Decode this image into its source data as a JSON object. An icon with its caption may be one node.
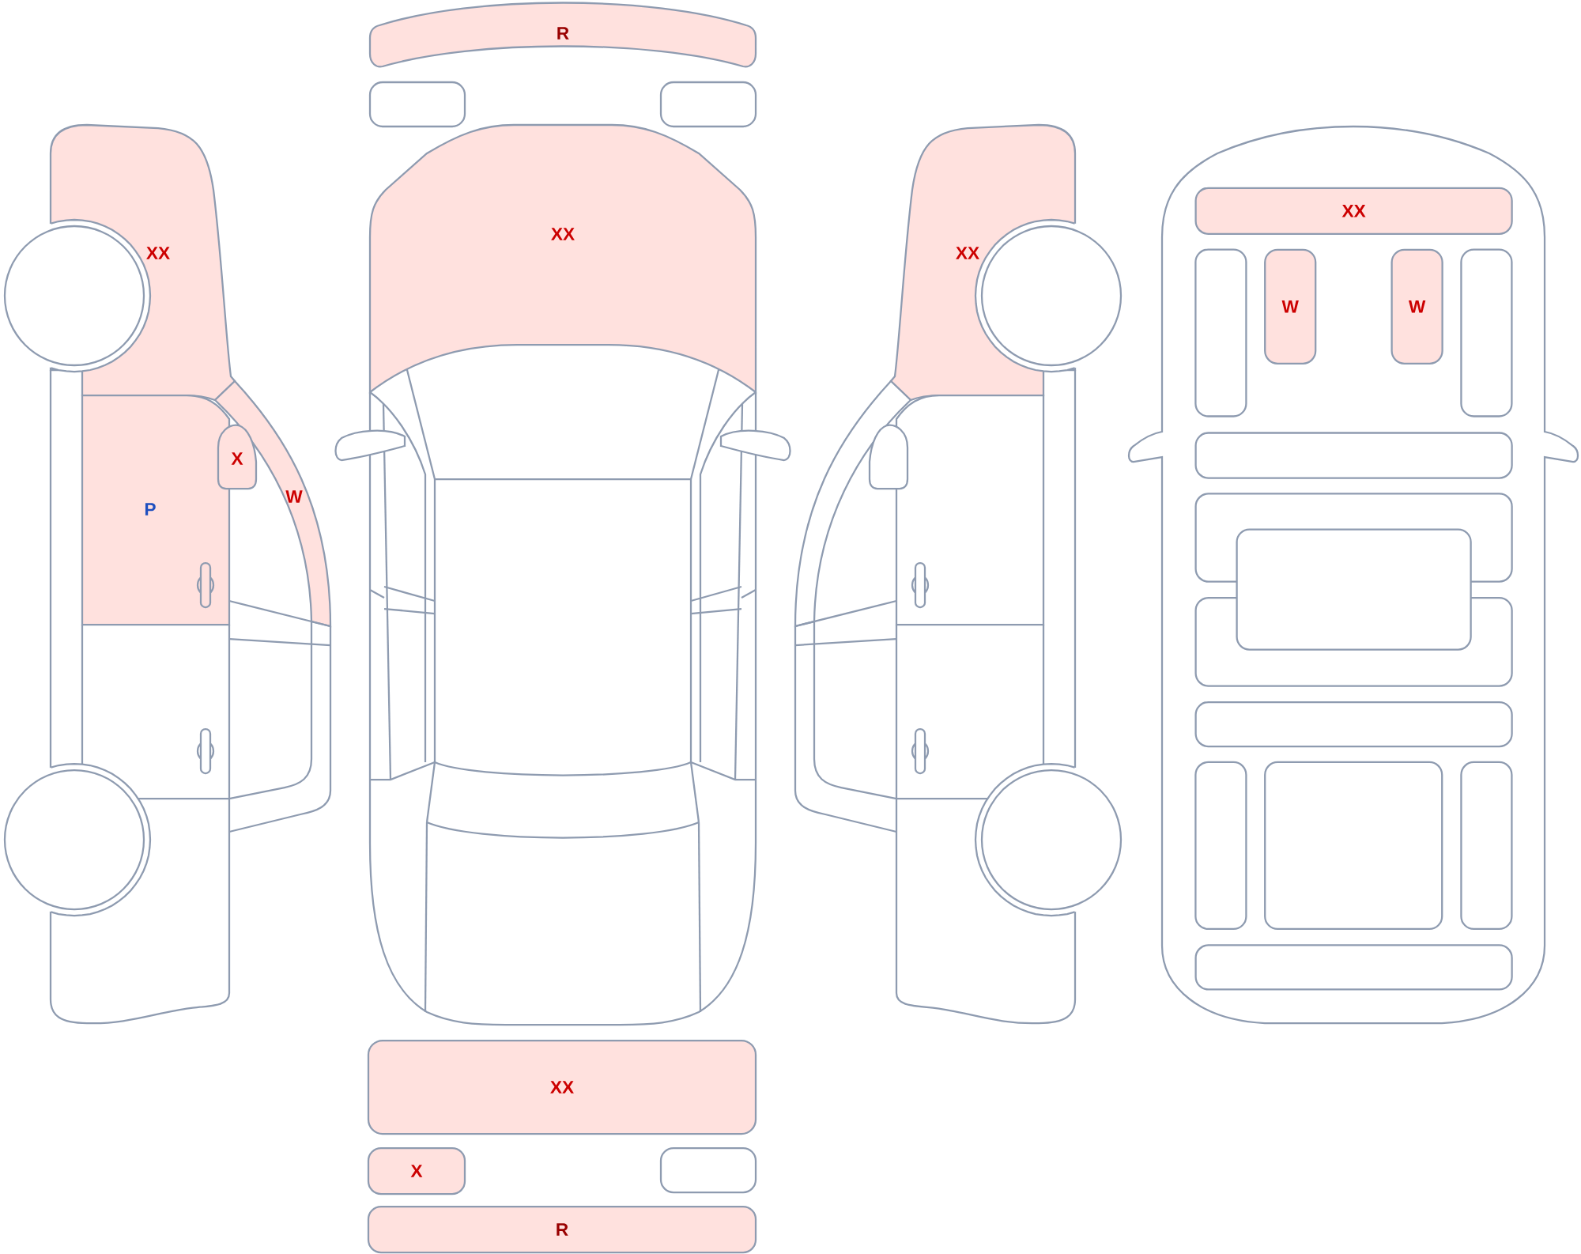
{
  "diagram": {
    "nodes": [
      {
        "text": [
          "XX"
        ]
      },
      {
        "text": [
          "X"
        ]
      },
      {
        "text": [
          "W"
        ]
      },
      {
        "text": [
          "P"
        ]
      },
      {
        "text": [
          "R"
        ]
      },
      {
        "text": [],
        "shape": "box"
      },
      {
        "text": [],
        "shape": "box"
      },
      {
        "text": [
          "XX"
        ]
      },
      {
        "text": [
          "XX"
        ]
      },
      {
        "text": [
          "X"
        ]
      },
      {
        "text": [],
        "shape": "box"
      },
      {
        "text": [
          "R"
        ]
      },
      {
        "text": [
          "XX"
        ]
      },
      {
        "text": [
          "XX"
        ]
      },
      {
        "text": [],
        "shape": "box"
      },
      {
        "text": [
          "W"
        ]
      },
      {
        "text": [
          "W"
        ]
      },
      {
        "text": [],
        "shape": "box"
      },
      {
        "text": [],
        "shape": "box"
      },
      {
        "text": [],
        "shape": "box"
      },
      {
        "text": [],
        "shape": "box"
      },
      {
        "text": [],
        "shape": "box"
      },
      {
        "text": [],
        "shape": "box"
      },
      {
        "text": [],
        "shape": "box"
      },
      {
        "text": [],
        "shape": "box"
      },
      {
        "text": [],
        "shape": "box"
      },
      {
        "text": [],
        "shape": "box"
      }
    ]
  }
}
